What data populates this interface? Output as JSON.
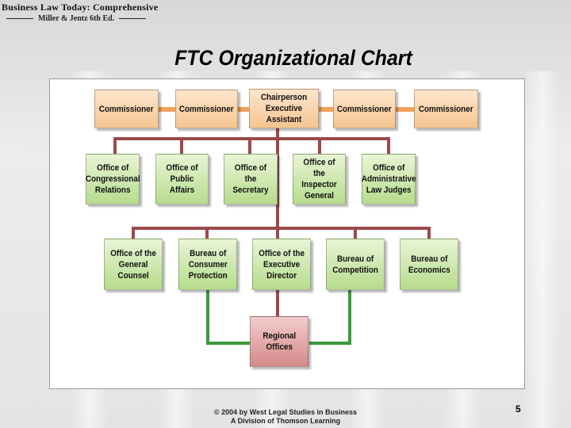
{
  "header": {
    "book_title": "Business Law Today: Comprehensive",
    "authors": "Miller & Jentz 6th Ed."
  },
  "title": "FTC Organizational Chart",
  "chart": {
    "top_row": [
      "Commissioner",
      "Commissioner",
      "Chairperson\nExecutive Assistant",
      "Commissioner",
      "Commissioner"
    ],
    "offices_row": [
      "Office of\nCongressional\nRelations",
      "Office of\nPublic Affairs",
      "Office of\nthe Secretary",
      "Office of the\nInspector\nGeneral",
      "Office of\nAdministrative\nLaw Judges"
    ],
    "bureaus_row": [
      "Office of the\nGeneral\nCounsel",
      "Bureau of\nConsumer\nProtection",
      "Office of the\nExecutive\nDirector",
      "Bureau of\nCompetition",
      "Bureau of\nEconomics"
    ],
    "regional": "Regional\nOffices"
  },
  "colors": {
    "commission_line": "#f2a25a",
    "staff_line": "#9b4a4a",
    "regional_line": "#3a9a3a"
  },
  "footer": {
    "line1": "© 2004 by West Legal Studies in Business",
    "line2": "A Division of Thomson Learning"
  },
  "page_number": "5"
}
